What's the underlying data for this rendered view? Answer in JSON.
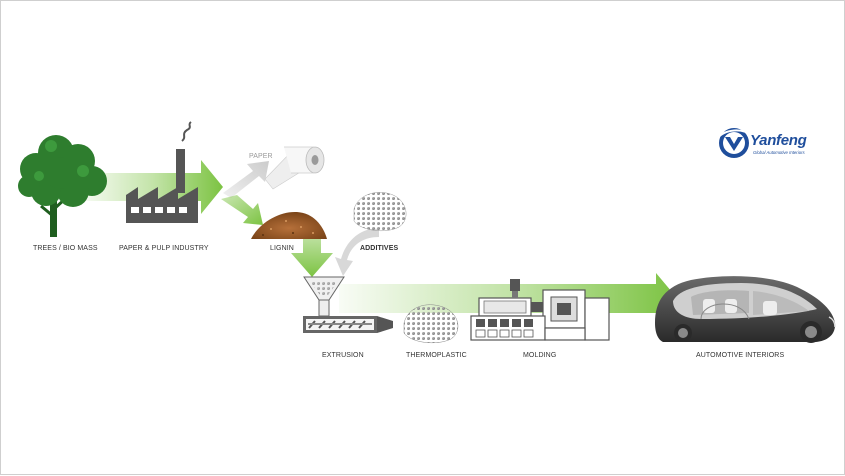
{
  "labels": {
    "trees": "TREES / BIO MASS",
    "paper_pulp": "PAPER & PULP INDUSTRY",
    "paper": "PAPER",
    "lignin": "LIGNIN",
    "additives": "ADDITIVES",
    "extrusion": "EXTRUSION",
    "thermoplastic": "THERMOPLASTIC",
    "molding": "MOLDING",
    "automotive": "AUTOMOTIVE INTERIORS"
  },
  "logo": {
    "name": "Yanfeng",
    "tagline": "Global Automotive Interiors"
  },
  "colors": {
    "green_arrow": "#7cc342",
    "tree_green": "#2e7d2e",
    "machine_gray": "#555555",
    "logo_blue": "#1f4e9c"
  }
}
